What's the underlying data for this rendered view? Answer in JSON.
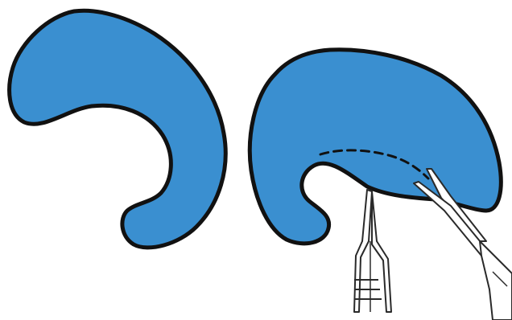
{
  "colors": {
    "background": "#ffffff",
    "shape_fill": "#3A8FD0",
    "outline": "#111111",
    "instrument_fill": "#ffffff",
    "instrument_stroke": "#2a2a2a"
  },
  "figure": {
    "panels": [
      {
        "id": "left",
        "shape": "kidney-crescent",
        "instrument": null,
        "dashed_incision": false
      },
      {
        "id": "right",
        "shape": "kidney-crescent",
        "instrument": "forceps-and-scissors",
        "dashed_incision": true
      }
    ]
  }
}
